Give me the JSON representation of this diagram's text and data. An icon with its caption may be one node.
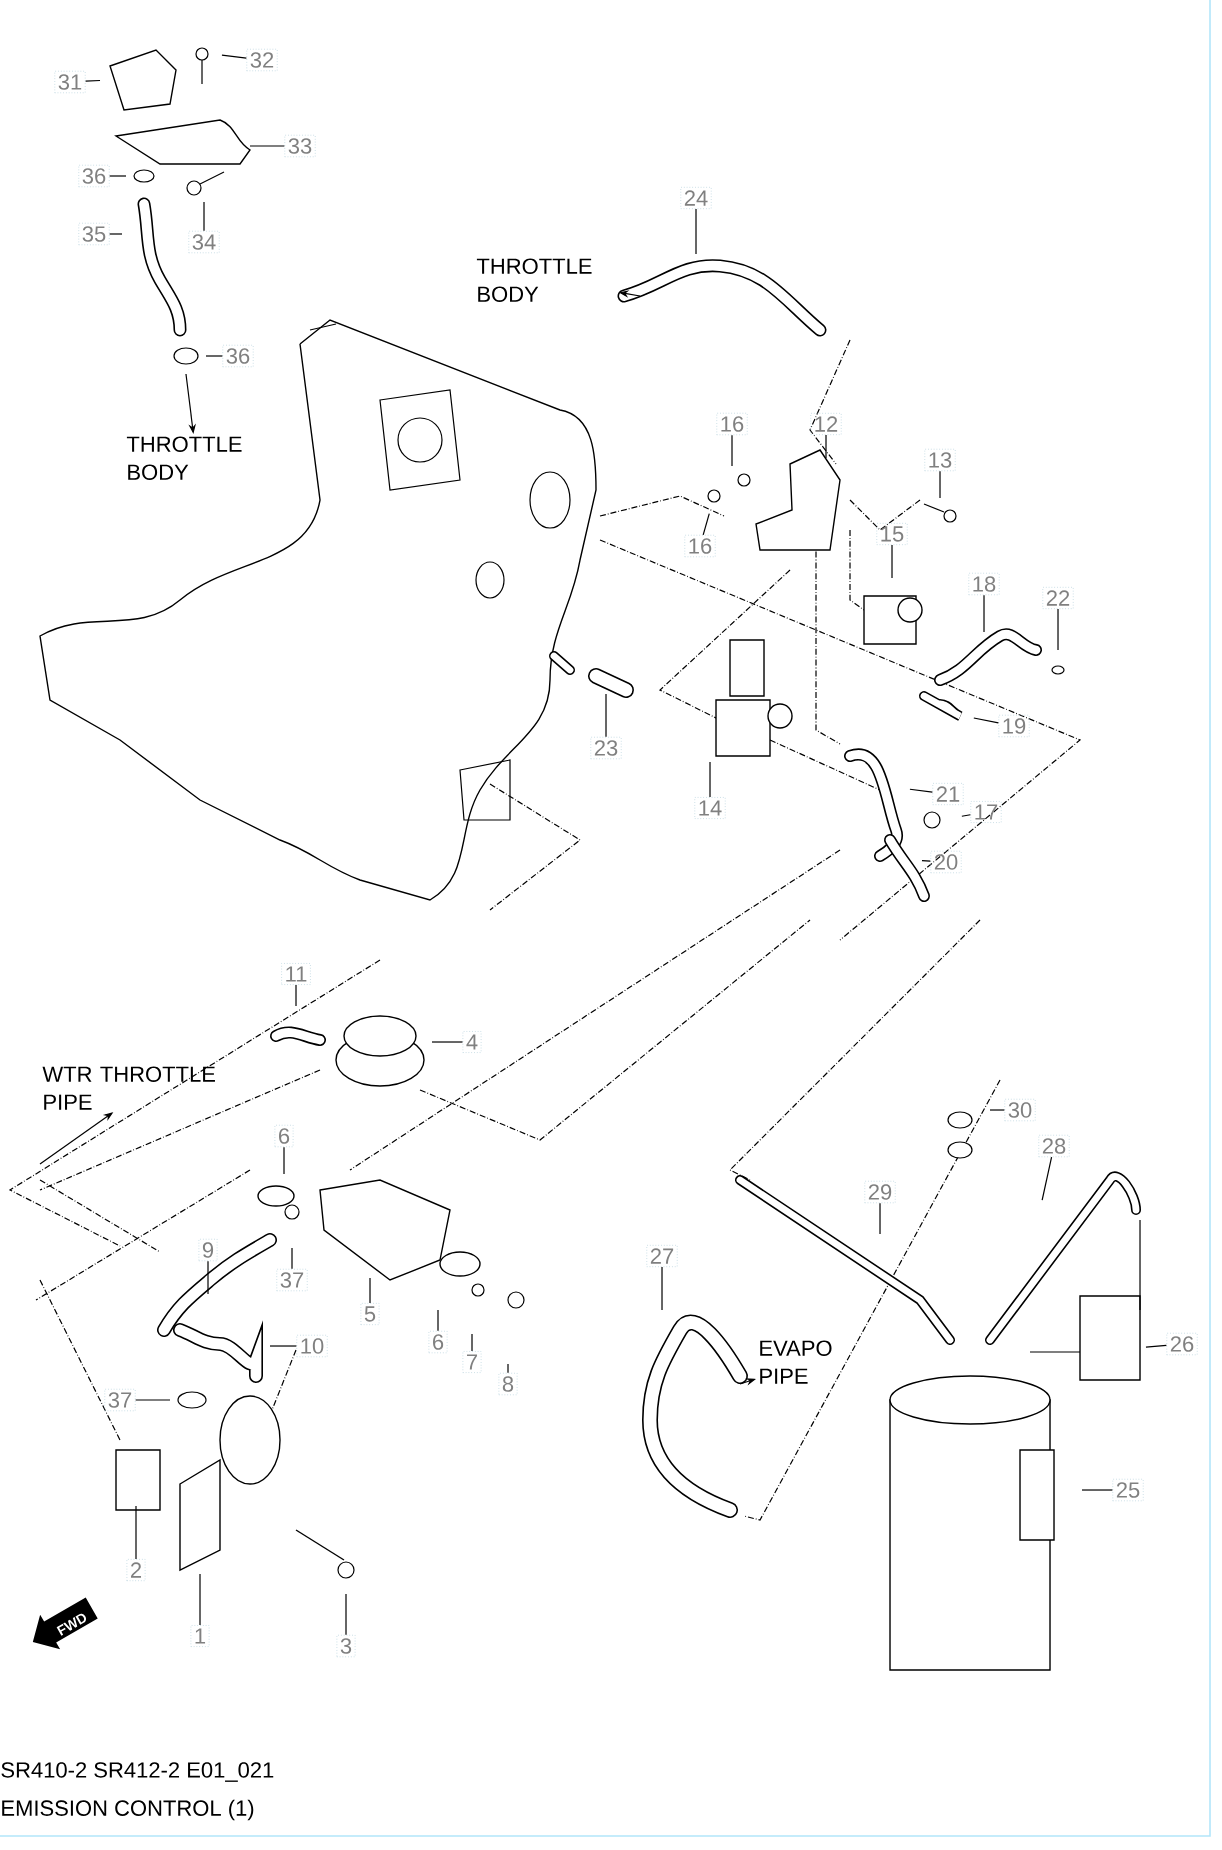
{
  "diagram": {
    "caption": "EMISSION CONTROL (1)",
    "nodes": [
      {
        "text": [
          "31"
        ]
      },
      {
        "text": [
          "32"
        ]
      },
      {
        "text": [
          "33"
        ]
      },
      {
        "text": [
          "36"
        ]
      },
      {
        "text": [
          "35"
        ]
      },
      {
        "text": [
          "34"
        ]
      },
      {
        "text": [
          "24"
        ]
      },
      {
        "text": [
          "THROTTLE BODY"
        ]
      },
      {
        "text": [
          "36"
        ]
      },
      {
        "text": [
          "THROTTLE BODY"
        ]
      },
      {
        "text": [
          "16"
        ]
      },
      {
        "text": [
          "12"
        ]
      },
      {
        "text": [
          "13"
        ]
      },
      {
        "text": [
          "16"
        ]
      },
      {
        "text": [
          "15"
        ]
      },
      {
        "text": [
          "18"
        ]
      },
      {
        "text": [
          "22"
        ]
      },
      {
        "text": [
          "19"
        ]
      },
      {
        "text": [
          "23"
        ]
      },
      {
        "text": [
          "14"
        ]
      },
      {
        "text": [
          "21"
        ]
      },
      {
        "text": [
          "17"
        ]
      },
      {
        "text": [
          "20"
        ]
      },
      {
        "text": [
          "11"
        ]
      },
      {
        "text": [
          "4"
        ]
      },
      {
        "text": [
          "WTR THROTTLE PIPE"
        ]
      },
      {
        "text": [
          "6"
        ]
      },
      {
        "text": [
          "30"
        ]
      },
      {
        "text": [
          "28"
        ]
      },
      {
        "text": [
          "37"
        ]
      },
      {
        "text": [
          "9"
        ]
      },
      {
        "text": [
          "29"
        ]
      },
      {
        "text": [
          "5"
        ]
      },
      {
        "text": [
          "6"
        ]
      },
      {
        "text": [
          "27"
        ]
      },
      {
        "text": [
          "10"
        ]
      },
      {
        "text": [
          "7"
        ]
      },
      {
        "text": [
          "26"
        ]
      },
      {
        "text": [
          "EVAPO PIPE"
        ]
      },
      {
        "text": [
          "8"
        ]
      },
      {
        "text": [
          "37"
        ]
      },
      {
        "text": [
          "25"
        ]
      },
      {
        "text": [
          "2"
        ]
      },
      {
        "text": [
          "1"
        ]
      },
      {
        "text": [
          "3"
        ]
      }
    ],
    "edges": [
      {
        "from": 0,
        "to": null,
        "arrow": "none"
      },
      {
        "from": 1,
        "to": null,
        "arrow": "none"
      },
      {
        "from": 2,
        "to": null,
        "arrow": "none"
      },
      {
        "from": 3,
        "to": null,
        "arrow": "none"
      },
      {
        "from": 4,
        "to": null,
        "arrow": "none"
      },
      {
        "from": 5,
        "to": null,
        "arrow": "none"
      },
      {
        "from": 6,
        "to": null,
        "arrow": "none"
      },
      {
        "from": null,
        "to": 7,
        "arrow": "to"
      },
      {
        "from": 8,
        "to": null,
        "arrow": "none"
      },
      {
        "from": null,
        "to": 9,
        "arrow": "to"
      },
      {
        "from": 10,
        "to": null,
        "arrow": "none"
      },
      {
        "from": 11,
        "to": null,
        "arrow": "none"
      },
      {
        "from": 12,
        "to": null,
        "arrow": "none"
      },
      {
        "from": 13,
        "to": null,
        "arrow": "none"
      },
      {
        "from": 14,
        "to": null,
        "arrow": "none"
      },
      {
        "from": 15,
        "to": null,
        "arrow": "none"
      },
      {
        "from": 16,
        "to": null,
        "arrow": "none"
      },
      {
        "from": 17,
        "to": null,
        "arrow": "none"
      },
      {
        "from": 18,
        "to": null,
        "arrow": "none"
      },
      {
        "from": 19,
        "to": null,
        "arrow": "none"
      },
      {
        "from": 20,
        "to": null,
        "arrow": "none"
      },
      {
        "from": 21,
        "to": null,
        "arrow": "none"
      },
      {
        "from": 22,
        "to": null,
        "arrow": "none"
      },
      {
        "from": 23,
        "to": null,
        "arrow": "none"
      },
      {
        "from": 24,
        "to": null,
        "arrow": "none"
      },
      {
        "from": null,
        "to": 25,
        "arrow": "to"
      },
      {
        "from": 26,
        "to": null,
        "arrow": "none"
      },
      {
        "from": 27,
        "to": null,
        "arrow": "none"
      },
      {
        "from": 28,
        "to": null,
        "arrow": "none"
      },
      {
        "from": 29,
        "to": null,
        "arrow": "none"
      },
      {
        "from": 30,
        "to": null,
        "arrow": "none"
      },
      {
        "from": 31,
        "to": null,
        "arrow": "none"
      },
      {
        "from": 32,
        "to": null,
        "arrow": "none"
      },
      {
        "from": 33,
        "to": null,
        "arrow": "none"
      },
      {
        "from": 34,
        "to": null,
        "arrow": "none"
      },
      {
        "from": 35,
        "to": null,
        "arrow": "none"
      },
      {
        "from": 36,
        "to": null,
        "arrow": "none"
      },
      {
        "from": 37,
        "to": null,
        "arrow": "none"
      },
      {
        "from": null,
        "to": 38,
        "arrow": "to"
      },
      {
        "from": 39,
        "to": null,
        "arrow": "none"
      },
      {
        "from": 40,
        "to": null,
        "arrow": "none"
      },
      {
        "from": 41,
        "to": null,
        "arrow": "none"
      },
      {
        "from": 42,
        "to": null,
        "arrow": "none"
      },
      {
        "from": 43,
        "to": null,
        "arrow": "none"
      },
      {
        "from": 44,
        "to": null,
        "arrow": "none"
      }
    ],
    "labels": [
      "FWD",
      "SR410-2 SR412-2 E01_021"
    ]
  }
}
